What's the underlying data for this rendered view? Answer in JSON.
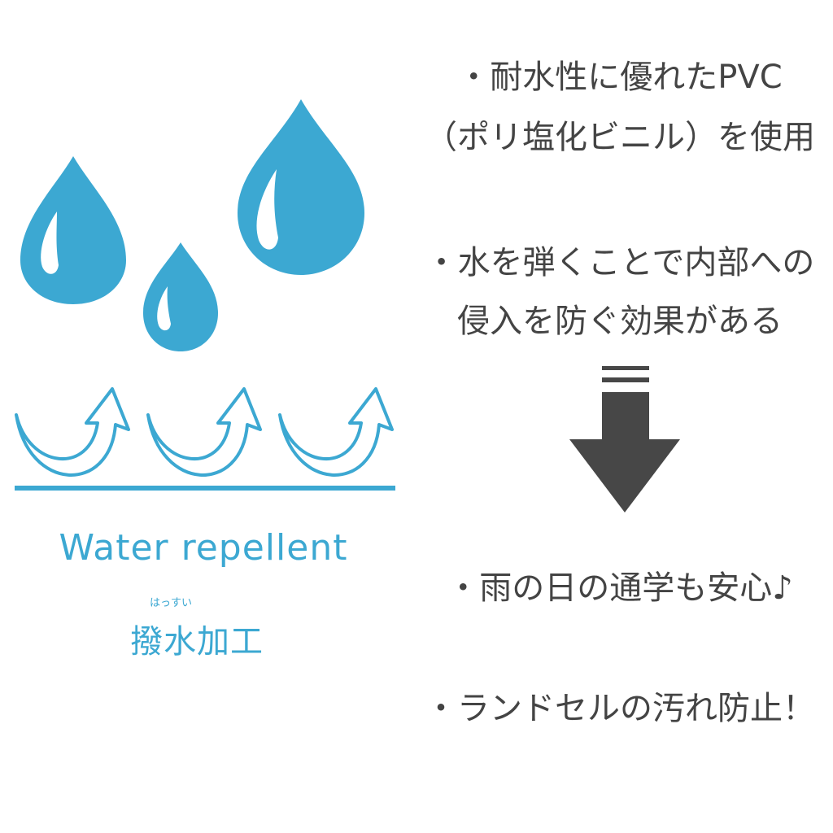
{
  "colors": {
    "blue": "#3ca8d2",
    "text": "#444444",
    "arrow": "#474747"
  },
  "illustration": {
    "icon": "water-drops-repel-icon"
  },
  "labels": {
    "english": "Water repellent",
    "ruby": "はっすい",
    "japanese": "撥水加工"
  },
  "points": [
    {
      "line1": "・耐水性に優れたPVC",
      "line2": "（ポリ塩化ビニル）を使用"
    },
    {
      "line1": "・水を弾くことで内部への",
      "line2": "侵入を防ぐ効果がある"
    },
    {
      "line1": "・雨の日の通学も安心♪"
    },
    {
      "line1": "・ランドセルの汚れ防止！"
    }
  ]
}
